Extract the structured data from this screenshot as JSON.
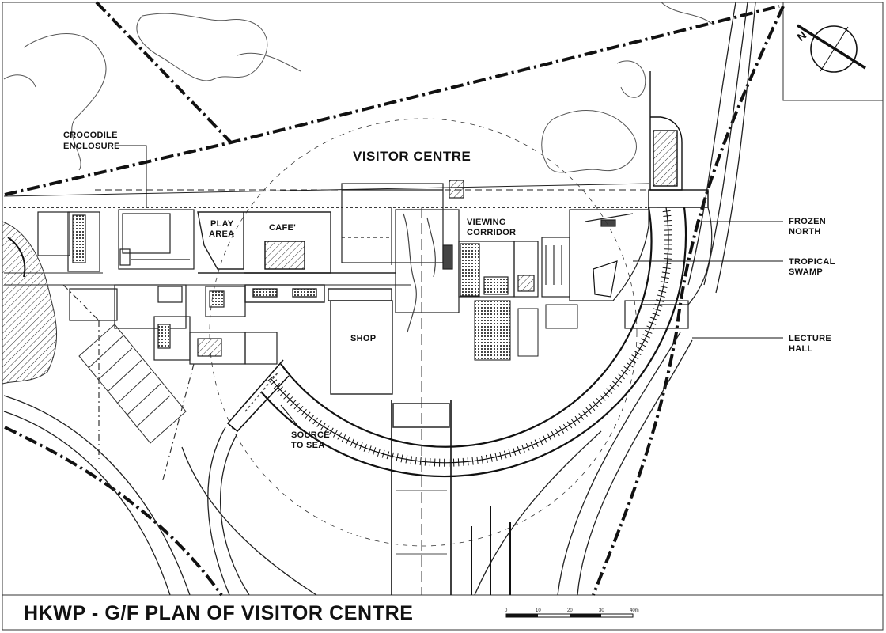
{
  "plan": {
    "title": "VISITOR CENTRE",
    "footer_title": "HKWP - G/F PLAN OF VISITOR CENTRE",
    "labels": {
      "crocodile": [
        "CROCODILE",
        "ENCLOSURE"
      ],
      "play": [
        "PLAY",
        "AREA"
      ],
      "cafe": "CAFE'",
      "viewing": [
        "VIEWING",
        "CORRIDOR"
      ],
      "frozen": [
        "FROZEN",
        "NORTH"
      ],
      "tropical": [
        "TROPICAL",
        "SWAMP"
      ],
      "lecture": [
        "LECTURE",
        "HALL"
      ],
      "shop": "SHOP",
      "source": [
        "SOURCE",
        "TO SEA"
      ]
    },
    "north_arrow": {
      "symbol": "N",
      "icon": "north-arrow-icon"
    },
    "scale_bar": {
      "ticks": [
        "0",
        "10",
        "20",
        "30",
        "40m"
      ]
    }
  },
  "colors": {
    "line": "#1a1a1a",
    "background": "#ffffff",
    "fill_dark": "#2a2a2a"
  }
}
